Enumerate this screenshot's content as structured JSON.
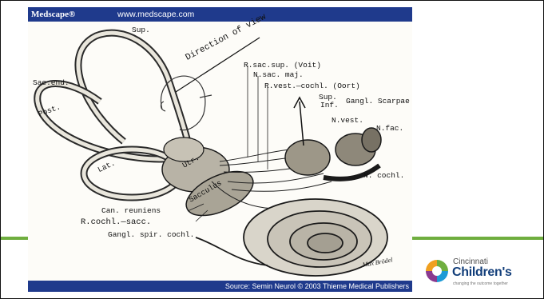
{
  "header": {
    "brand": "Medscape®",
    "url": "www.medscape.com"
  },
  "footer": {
    "source": "Source: Semin Neurol © 2003 Thieme Medical Publishers"
  },
  "figure": {
    "labels": {
      "sup": "Sup.",
      "direction_of_view": "Direction of view",
      "sac_end": "Sac.end.",
      "post": "Post.",
      "lat": "Lat.",
      "utr": "Utr.",
      "sacculus": "Sacculus",
      "r_sac_sup": "R.sac.sup. (Voit)",
      "n_sac_maj": "N.sac. maj.",
      "r_vest_cochl": "R.vest.—cochl. (Oort)",
      "sup_small": "Sup.",
      "inf_small": "Inf.",
      "gangl_scarpae": "Gangl. Scarpae",
      "n_vest": "N.vest.",
      "n_fac": "N.fac.",
      "n_cochl": "N. cochl.",
      "can_reuniens": "Can. reuniens",
      "r_cochl_sacc": "R.cochl.—sacc.",
      "gangl_spir_cochl": "Gangl. spir. cochl.",
      "signature": "Max Brödel"
    }
  },
  "logo": {
    "line1": "Cincinnati",
    "line2": "Children's",
    "tagline": "changing the outcome together",
    "colors": [
      "#6fae3f",
      "#1d9ad6",
      "#8a3a8f",
      "#f0a020"
    ]
  }
}
